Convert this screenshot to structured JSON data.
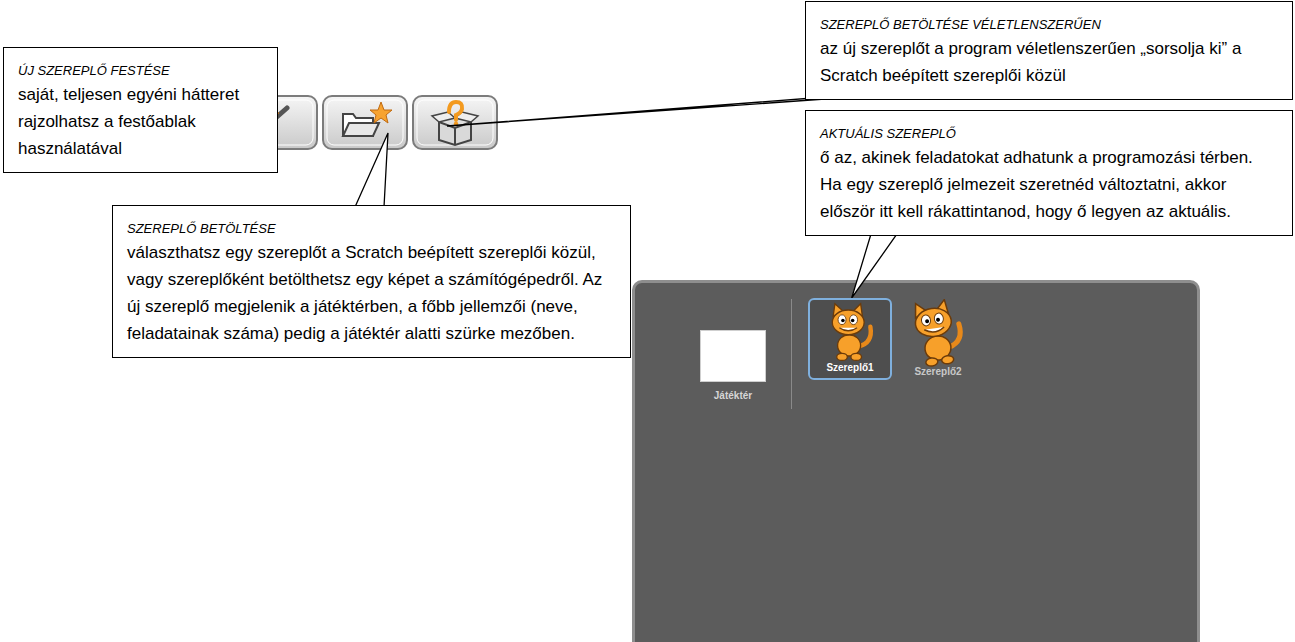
{
  "diagram": {
    "nodes": [
      {
        "text": [
          "ÚJ SZEREPLŐ FESTÉSE",
          "saját, teljesen egyéni hátteret rajzolhatsz a festőablak használatával"
        ]
      },
      {
        "text": [
          "SZEREPLŐ BETÖLTÉSE VÉLETLENSZERŰEN",
          "az új szereplőt a program véletlenszerűen „sorsolja ki” a Scratch beépített szereplői közül"
        ]
      },
      {
        "text": [
          "AKTUÁLIS SZEREPLŐ",
          "ő az, akinek feladatokat adhatunk a programozási térben.",
          "Ha egy szereplő jelmezeit szeretnéd változtatni, akkor először itt kell rákattintanod, hogy ő legyen az aktuális."
        ]
      },
      {
        "text": [
          "SZEREPLŐ BETÖLTÉSE",
          "választhatsz egy szereplőt a Scratch beépített szereplői közül, vagy szereplőként betölthetsz egy képet a számítógépedről. Az új szereplő megjelenik a játéktérben, a főbb jellemzői (neve, feladatainak száma) pedig a játéktér alatti szürke mezőben."
        ]
      },
      {
        "text": [
          "Játéktér"
        ]
      },
      {
        "text": [
          "Szereplő1"
        ]
      }
    ],
    "edges": [
      {
        "from": 2,
        "to": 5,
        "arrow": "none"
      }
    ],
    "labels": [
      "Szereplő2"
    ]
  }
}
